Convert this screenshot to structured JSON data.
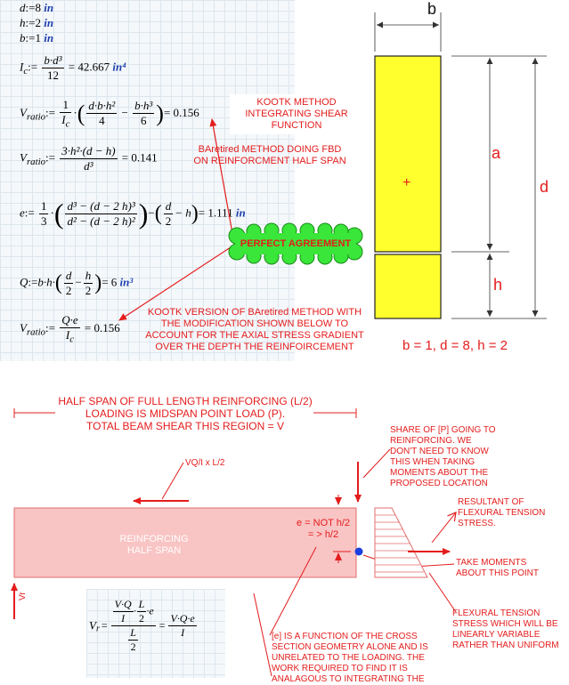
{
  "math": {
    "d_def": {
      "lhs": "d",
      "op": ":=",
      "value": "8",
      "unit": "in"
    },
    "h_def": {
      "lhs": "h",
      "op": ":=",
      "value": "2",
      "unit": "in"
    },
    "b_def": {
      "lhs": "b",
      "op": ":=",
      "value": "1",
      "unit": "in"
    },
    "ic": {
      "lhs": "I",
      "lhs_sub": "c",
      "op": ":=",
      "num": "b·d³",
      "den": "12",
      "result": "= 42.667",
      "unit": "in⁴"
    },
    "vratio1": {
      "lhs": "V",
      "lhs_sub": "ratio",
      "op": ":=",
      "f_num": "1",
      "f_den": "I",
      "f_den_sub": "c",
      "t1_num": "d·b·h²",
      "t1_den": "4",
      "minus": "−",
      "t2_num": "b·h³",
      "t2_den": "6",
      "result": "= 0.156"
    },
    "vratio2": {
      "lhs": "V",
      "lhs_sub": "ratio",
      "op": ":=",
      "num": "3·h²·(d − h)",
      "den": "d³",
      "result": "= 0.141"
    },
    "e_def": {
      "lhs": "e",
      "op": ":=",
      "f_num": "1",
      "f_den": "3",
      "inner_num": "d³ − (d − 2 h)³",
      "inner_den": "d² − (d − 2 h)²",
      "minus": "−",
      "p_num": "d",
      "p_den": "2",
      "p_tail": "− h",
      "result": "= 1.111",
      "unit": "in"
    },
    "q_def": {
      "lhs": "Q",
      "op": ":=",
      "pre": "b·h·",
      "p_num1": "d",
      "p_den1": "2",
      "minus": "−",
      "p_num2": "h",
      "p_den2": "2",
      "result": "= 6",
      "unit": "in³"
    },
    "vratio3": {
      "lhs": "V",
      "lhs_sub": "ratio",
      "op": ":=",
      "num": "Q·e",
      "den": "I",
      "den_sub": "c",
      "result": "= 0.156"
    }
  },
  "annotations": {
    "kootk_method": "KOOTK METHOD\nINTEGRATING SHEAR\nFUNCTION",
    "baretired_method": "BAretired METHOD DOING FBD\nON REINFORCMENT HALF SPAN",
    "perfect_agreement": "PERFECT AGREEMENT",
    "kootk_version": "KOOTK VERSION OF BAretired METHOD WITH\nTHE MODIFICATION SHOWN BELOW TO\nACCOUNT FOR THE AXIAL STRESS GRADIENT\nOVER THE DEPTH THE REINFOIRCEMENT"
  },
  "section": {
    "label_b": "b",
    "label_a": "a",
    "label_d": "d",
    "label_h": "h",
    "centroid": "+",
    "dims": "b = 1, d = 8, h = 2"
  },
  "lower": {
    "half_span": "HALF SPAN OF FULL LENGTH REINFORCING (L/2)\nLOADING IS MIDSPAN POINT LOAD (P).\nTOTAL BEAM SHEAR THIS REGION = V",
    "share_p": "SHARE OF [P] GOING TO\nREINFORCING.  WE\nDON'T NEED TO KNOW\nTHIS WHEN TAKING\nMOMENTS ABOUT THE\nPROPOSED LOCATION",
    "vq_label": "VQ/I x L/2",
    "resultant": "RESULTANT OF\nFLEXURAL TENSION\nSTRESS.",
    "e_not": "e = NOT h/2\n= > h/2",
    "reinforcing": "REINFORCING\nHALF SPAN",
    "take_moments": "TAKE MOMENTS\nABOUT THIS POINT",
    "flexural_tension": "FLEXURAL TENSION\nSTRESS WHICH WILL BE\nLINEARLY VARIABLE\nRATHER THAN UNIFORM",
    "vr_label": "Vr",
    "e_function": "[e] IS A FUNCTION OF THE CROSS\nSECTION GEOMETRY ALONE AND IS\nUNRELATED TO THE LOADING.  THE\nWORK REQUIRED TO FIND IT IS\nANALAGOUS TO INTEGRATING THE"
  },
  "vr_eq": {
    "lhs": "V",
    "lhs_sub": "r",
    "eq": "=",
    "top_num": "V·Q",
    "top_den": "I",
    "mid": "·",
    "half_num": "L",
    "half_den": "2",
    "tail": "·e",
    "bottom_num": "L",
    "bottom_den": "2",
    "rhs_num": "V·Q·e",
    "rhs_den": "I"
  },
  "colors": {
    "red": "#e41c1c",
    "yellow": "#ffff2e",
    "green": "#39e639",
    "pink": "#f9c4c4",
    "blue": "#1f3fae",
    "point": "#1b3fe0"
  }
}
